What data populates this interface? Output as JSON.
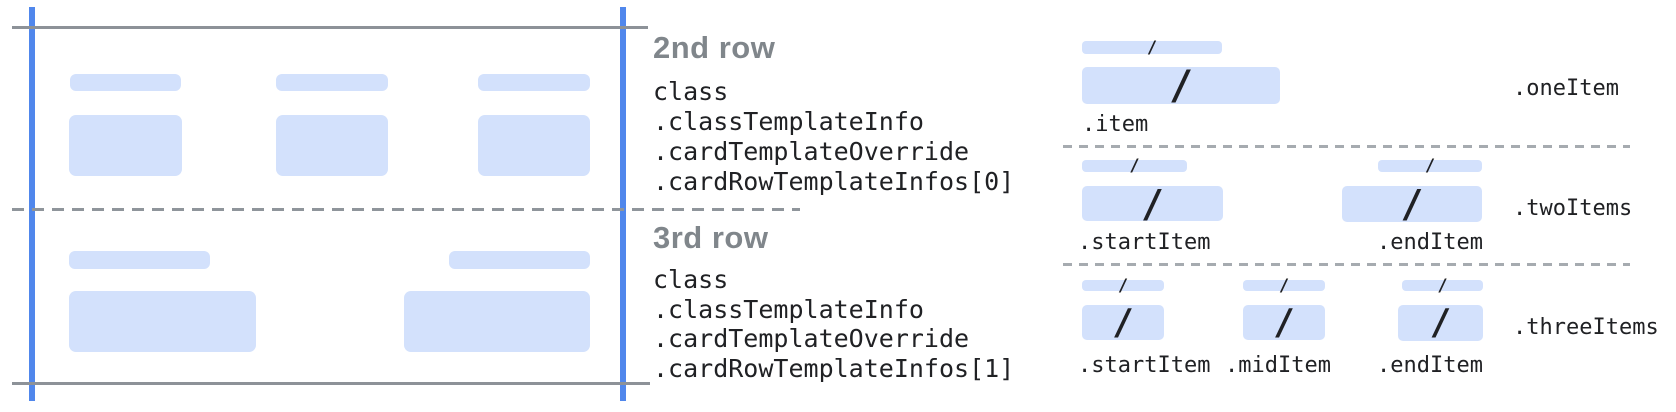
{
  "palette": {
    "placeholder_blue": "#d3e1fc",
    "guide_line_blue": "#5087ec",
    "card_border_gray": "#8d9298",
    "card_divider_dash_gray": "#8f959b",
    "section_divider_dash_gray": "#a6abb0",
    "heading_gray": "#80868b",
    "code_text_dark": "#202124"
  },
  "glyphs": {
    "slash": "/"
  },
  "card_preview": {
    "row2": {
      "placeholder_columns": 3
    },
    "row3": {
      "placeholder_columns": 2
    }
  },
  "annotations": {
    "row2": {
      "title": "2nd row",
      "path_lines": [
        "class",
        ".classTemplateInfo",
        ".cardTemplateOverride",
        ".cardRowTemplateInfos[0]"
      ]
    },
    "row3": {
      "title": "3rd row",
      "path_lines": [
        "class",
        ".classTemplateInfo",
        ".cardTemplateOverride",
        ".cardRowTemplateInfos[1]"
      ]
    }
  },
  "item_layouts": [
    {
      "name": ".oneItem",
      "item_labels": [
        ".item"
      ]
    },
    {
      "name": ".twoItems",
      "item_labels": [
        ".startItem",
        ".endItem"
      ]
    },
    {
      "name": ".threeItems",
      "item_labels": [
        ".startItem",
        ".midItem",
        ".endItem"
      ]
    }
  ]
}
